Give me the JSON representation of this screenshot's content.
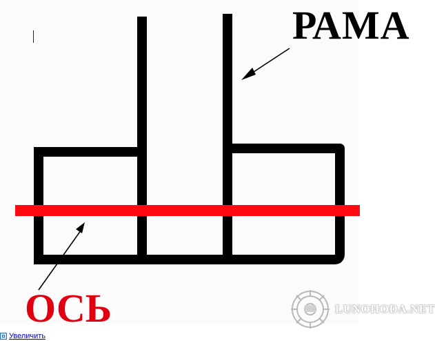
{
  "labels": {
    "frame": "РАМА",
    "axle": "ОСЬ"
  },
  "watermark": {
    "text": "LUNOHODA.NET",
    "icon": "robot-emblem-icon"
  },
  "footer": {
    "zoom_link": "Увеличить",
    "zoom_icon": "magnifier-icon"
  },
  "colors": {
    "frame": "#000000",
    "axle": "#ff0a10",
    "axle_label": "#e00010",
    "link": "#0000cc"
  }
}
